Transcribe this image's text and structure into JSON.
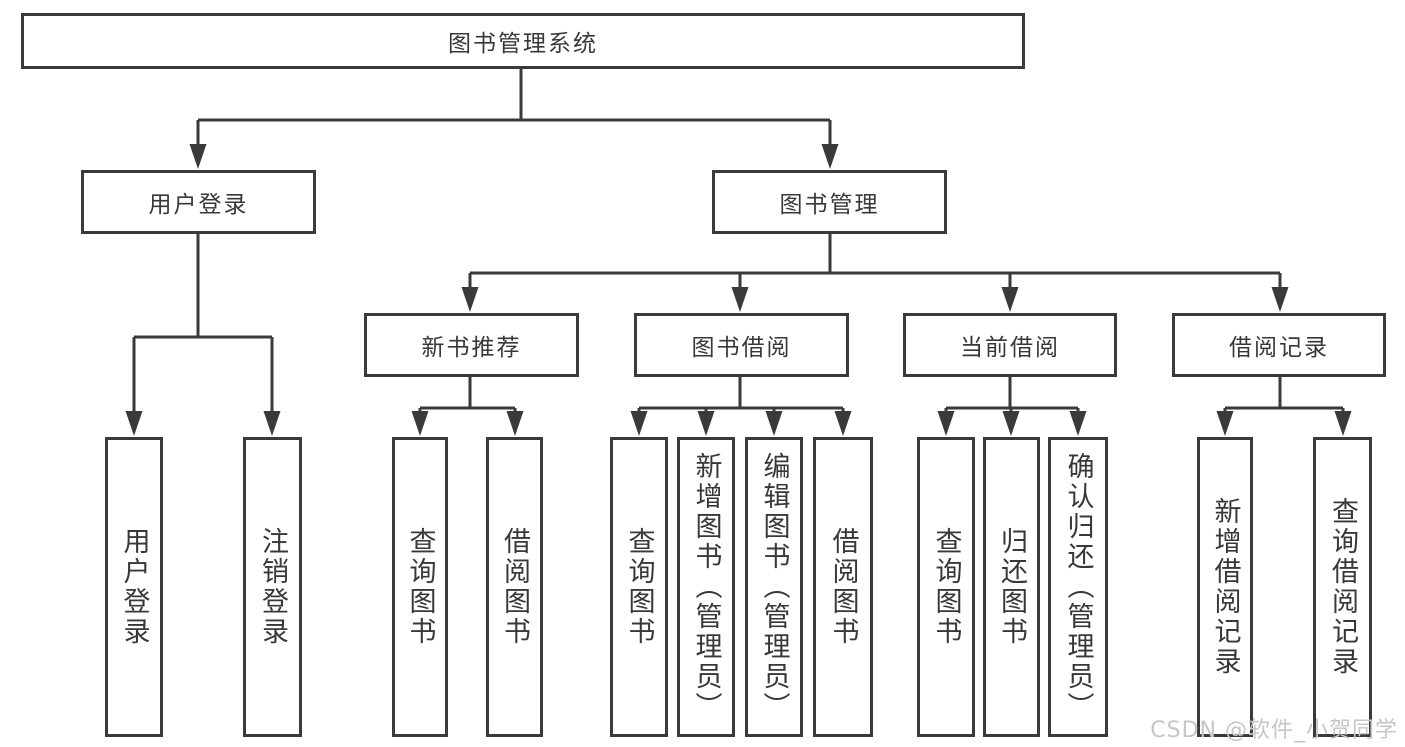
{
  "tree": {
    "label": "图书管理系统",
    "children": [
      {
        "label": "用户登录",
        "children": [
          {
            "label": "用户登录"
          },
          {
            "label": "注销登录"
          }
        ]
      },
      {
        "label": "图书管理",
        "children": [
          {
            "label": "新书推荐",
            "children": [
              {
                "label": "查询图书"
              },
              {
                "label": "借阅图书"
              }
            ]
          },
          {
            "label": "图书借阅",
            "children": [
              {
                "label": "查询图书"
              },
              {
                "label": "新增图书（管理员）"
              },
              {
                "label": "编辑图书（管理员）"
              },
              {
                "label": "借阅图书"
              }
            ]
          },
          {
            "label": "当前借阅",
            "children": [
              {
                "label": "查询图书"
              },
              {
                "label": "归还图书"
              },
              {
                "label": "确认归还（管理员）"
              }
            ]
          },
          {
            "label": "借阅记录",
            "children": [
              {
                "label": "新增借阅记录"
              },
              {
                "label": "查询借阅记录"
              }
            ]
          }
        ]
      }
    ]
  },
  "watermark": {
    "text": "CSDN @软件_小贺同学"
  },
  "colors": {
    "line": "#3a3a3a",
    "text": "#383838",
    "background": "#ffffff",
    "watermark_text": "#c6c6c6"
  }
}
